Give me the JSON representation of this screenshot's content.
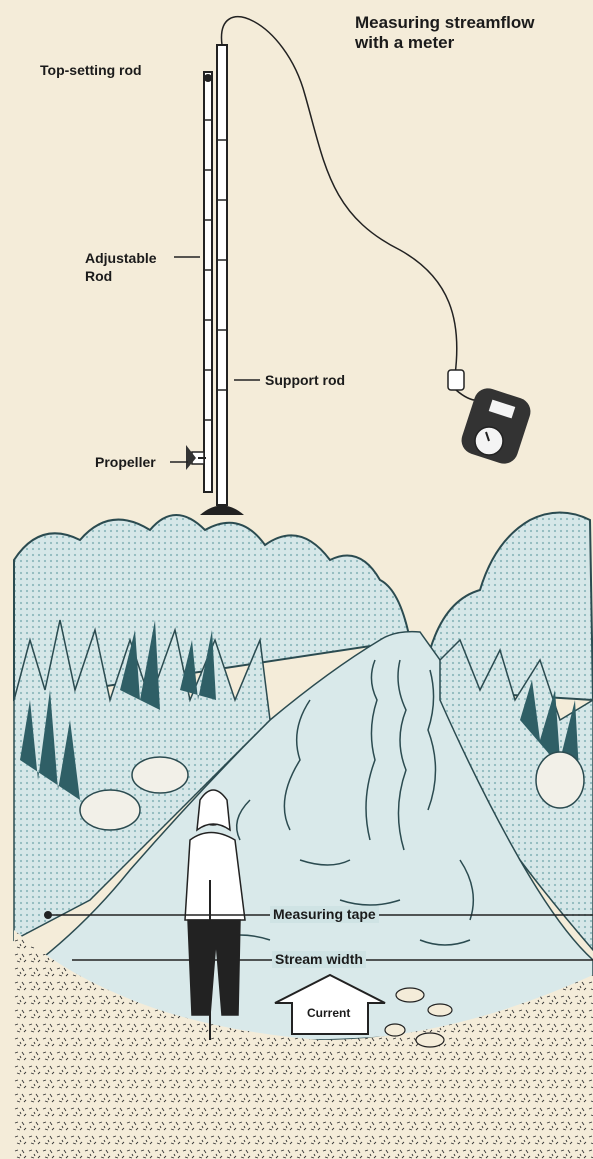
{
  "title_line1": "Measuring streamflow",
  "title_line2": "with a meter",
  "labels": {
    "top_setting_rod": "Top-setting rod",
    "adjustable_rod_line1": "Adjustable",
    "adjustable_rod_line2": "Rod",
    "support_rod": "Support rod",
    "propeller": "Propeller",
    "measuring_tape": "Measuring tape",
    "stream_width": "Stream width",
    "current": "Current"
  },
  "colors": {
    "paper": "#f4ecd9",
    "water": "#cfe3e4",
    "foliage": "#b9d6d8",
    "ink": "#1b1b1b",
    "dark_teal": "#2f5f66"
  }
}
